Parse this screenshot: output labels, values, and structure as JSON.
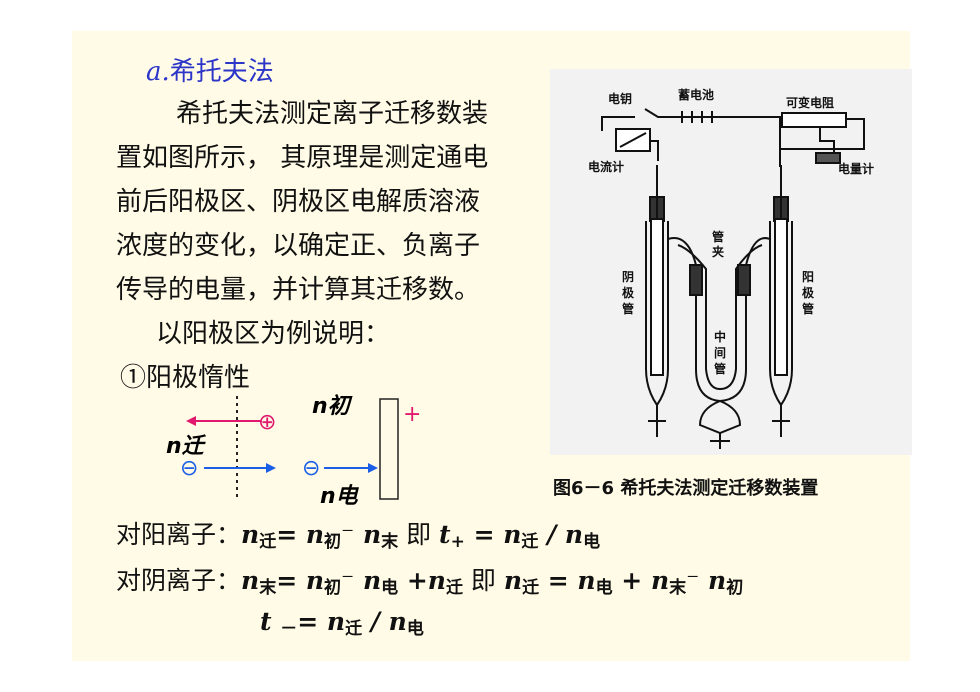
{
  "slide": {
    "title_prefix": "a.",
    "title": "希托夫法",
    "paragraph_lines": [
      "希托夫法测定离子迁移数装",
      "置如图所示， 其原理是测定通电",
      "前后阳极区、阴极区电解质溶液",
      "浓度的变化，以确定正、负离子",
      "传导的电量，并计算其迁移数。"
    ],
    "example_line": "以阳极区为例说明：",
    "case_line": "①阳极惰性",
    "ion_diagram": {
      "n_init": "n初",
      "n_migr": "n迁",
      "n_elec": "n电",
      "cation_symbol": "⊕",
      "anion_symbol": "⊖",
      "electrode_sign": "+"
    },
    "equations": {
      "cation_label": "对阳离子：",
      "anion_label": "对阴离子：",
      "ji": "即"
    },
    "figure": {
      "caption": "图6－6 希托夫法测定迁移数装置",
      "labels": {
        "switch": "电钥",
        "battery": "蓄电池",
        "resistor": "可变电阻",
        "ammeter": "电流计",
        "coulometer": "电量计",
        "clamp": "管夹",
        "cathode_tube": "阴极管",
        "anode_tube": "阳极管",
        "middle_tube": "中间管"
      }
    }
  },
  "colors": {
    "title": "#2b35c8",
    "cation_arrow": "#e0196e",
    "anion_arrow": "#1a5fe6",
    "background": "#fffbe6"
  }
}
